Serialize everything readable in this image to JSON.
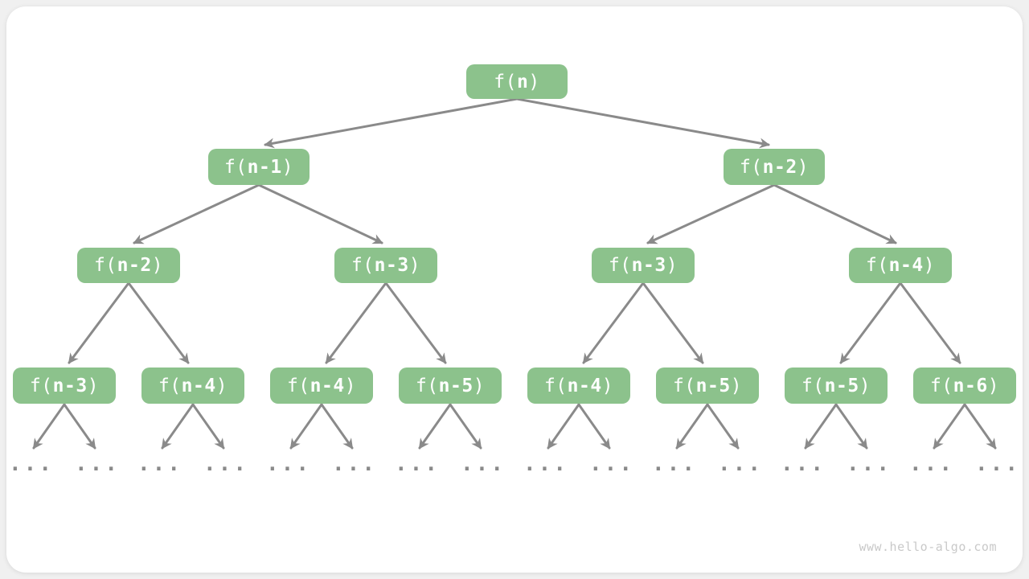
{
  "colors": {
    "node_fill": "#8CC28C",
    "node_text": "#FFFFFF",
    "arrow": "#8A8A8A",
    "ellipsis": "#8A8A8A",
    "watermark": "#C9C9C9",
    "card_bg": "#FFFFFF",
    "page_bg": "#F0F0F0"
  },
  "watermark": "www.hello-algo.com",
  "ellipsis": "...",
  "tree": {
    "type": "recursion-tree",
    "nodes": [
      {
        "open": "f(",
        "arg": "n",
        "close": ")"
      },
      {
        "open": "f(",
        "arg": "n-1",
        "close": ")"
      },
      {
        "open": "f(",
        "arg": "n-2",
        "close": ")"
      },
      {
        "open": "f(",
        "arg": "n-2",
        "close": ")"
      },
      {
        "open": "f(",
        "arg": "n-3",
        "close": ")"
      },
      {
        "open": "f(",
        "arg": "n-3",
        "close": ")"
      },
      {
        "open": "f(",
        "arg": "n-4",
        "close": ")"
      },
      {
        "open": "f(",
        "arg": "n-3",
        "close": ")"
      },
      {
        "open": "f(",
        "arg": "n-4",
        "close": ")"
      },
      {
        "open": "f(",
        "arg": "n-4",
        "close": ")"
      },
      {
        "open": "f(",
        "arg": "n-5",
        "close": ")"
      },
      {
        "open": "f(",
        "arg": "n-4",
        "close": ")"
      },
      {
        "open": "f(",
        "arg": "n-5",
        "close": ")"
      },
      {
        "open": "f(",
        "arg": "n-5",
        "close": ")"
      },
      {
        "open": "f(",
        "arg": "n-6",
        "close": ")"
      }
    ]
  }
}
